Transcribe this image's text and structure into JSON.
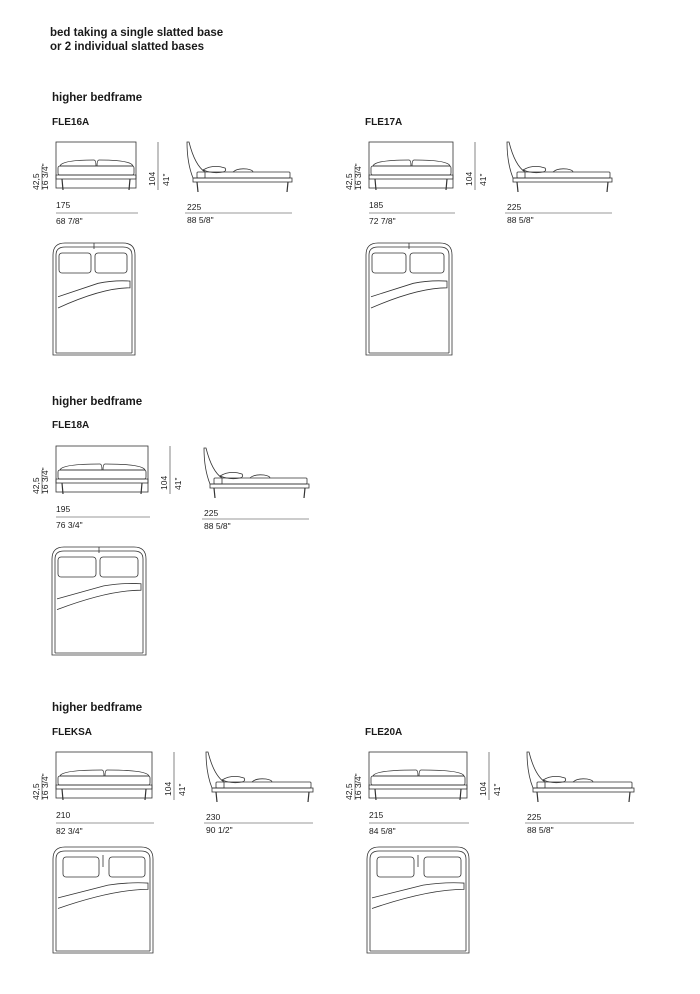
{
  "intro": {
    "line1": "bed taking a single slatted base",
    "line2": "or 2 individual slatted bases"
  },
  "sections": [
    {
      "title": "higher bedframe",
      "models": [
        {
          "code": "FLE16A",
          "height_cm": "42,5",
          "height_in": "16 3/4\"",
          "head_cm": "104",
          "head_in": "41\"",
          "width_cm": "175",
          "width_in": "68 7/8\"",
          "length_cm": "225",
          "length_in": "88 5/8\""
        },
        {
          "code": "FLE17A",
          "height_cm": "42,5",
          "height_in": "16 3/4\"",
          "head_cm": "104",
          "head_in": "41\"",
          "width_cm": "185",
          "width_in": "72 7/8\"",
          "length_cm": "225",
          "length_in": "88 5/8\""
        }
      ]
    },
    {
      "title": "higher bedframe",
      "models": [
        {
          "code": "FLE18A",
          "height_cm": "42,5",
          "height_in": "16 3/4\"",
          "head_cm": "104",
          "head_in": "41\"",
          "width_cm": "195",
          "width_in": "76 3/4\"",
          "length_cm": "225",
          "length_in": "88 5/8\""
        }
      ]
    },
    {
      "title": "higher bedframe",
      "models": [
        {
          "code": "FLEKSA",
          "height_cm": "42,5",
          "height_in": "16 3/4\"",
          "head_cm": "104",
          "head_in": "41\"",
          "width_cm": "210",
          "width_in": "82 3/4\"",
          "length_cm": "230",
          "length_in": "90 1/2\""
        },
        {
          "code": "FLE20A",
          "height_cm": "42,5",
          "height_in": "16 3/4\"",
          "head_cm": "104",
          "head_in": "41\"",
          "width_cm": "215",
          "width_in": "84 5/8\"",
          "length_cm": "225",
          "length_in": "88 5/8\""
        }
      ]
    }
  ]
}
